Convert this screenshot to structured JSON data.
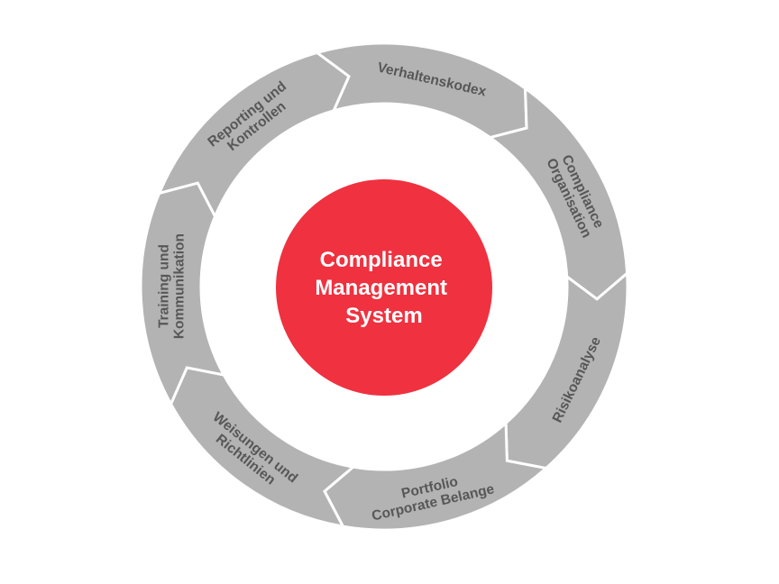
{
  "center": {
    "lines": [
      "Compliance",
      "Management",
      "System"
    ],
    "color": "#f0313f"
  },
  "ring_color": "#b3b3b3",
  "label_color": "#575757",
  "segments": [
    {
      "name": "segment-verhaltenskodex",
      "lines": [
        "Verhaltenskodex"
      ]
    },
    {
      "name": "segment-compliance-organisation",
      "lines": [
        "Compliance",
        "Organisation"
      ]
    },
    {
      "name": "segment-risikoanalyse",
      "lines": [
        "Risikoanalyse"
      ]
    },
    {
      "name": "segment-portfolio-corporate-belange",
      "lines": [
        "Portfolio",
        "Corporate Belange"
      ]
    },
    {
      "name": "segment-weisungen-und-richtlinien",
      "lines": [
        "Weisungen und",
        "Richtlinien"
      ]
    },
    {
      "name": "segment-training-und-kommunikation",
      "lines": [
        "Training und",
        "Kommunikation"
      ]
    },
    {
      "name": "segment-reporting-und-kontrollen",
      "lines": [
        "Reporting und",
        "Kontrollen"
      ]
    }
  ]
}
